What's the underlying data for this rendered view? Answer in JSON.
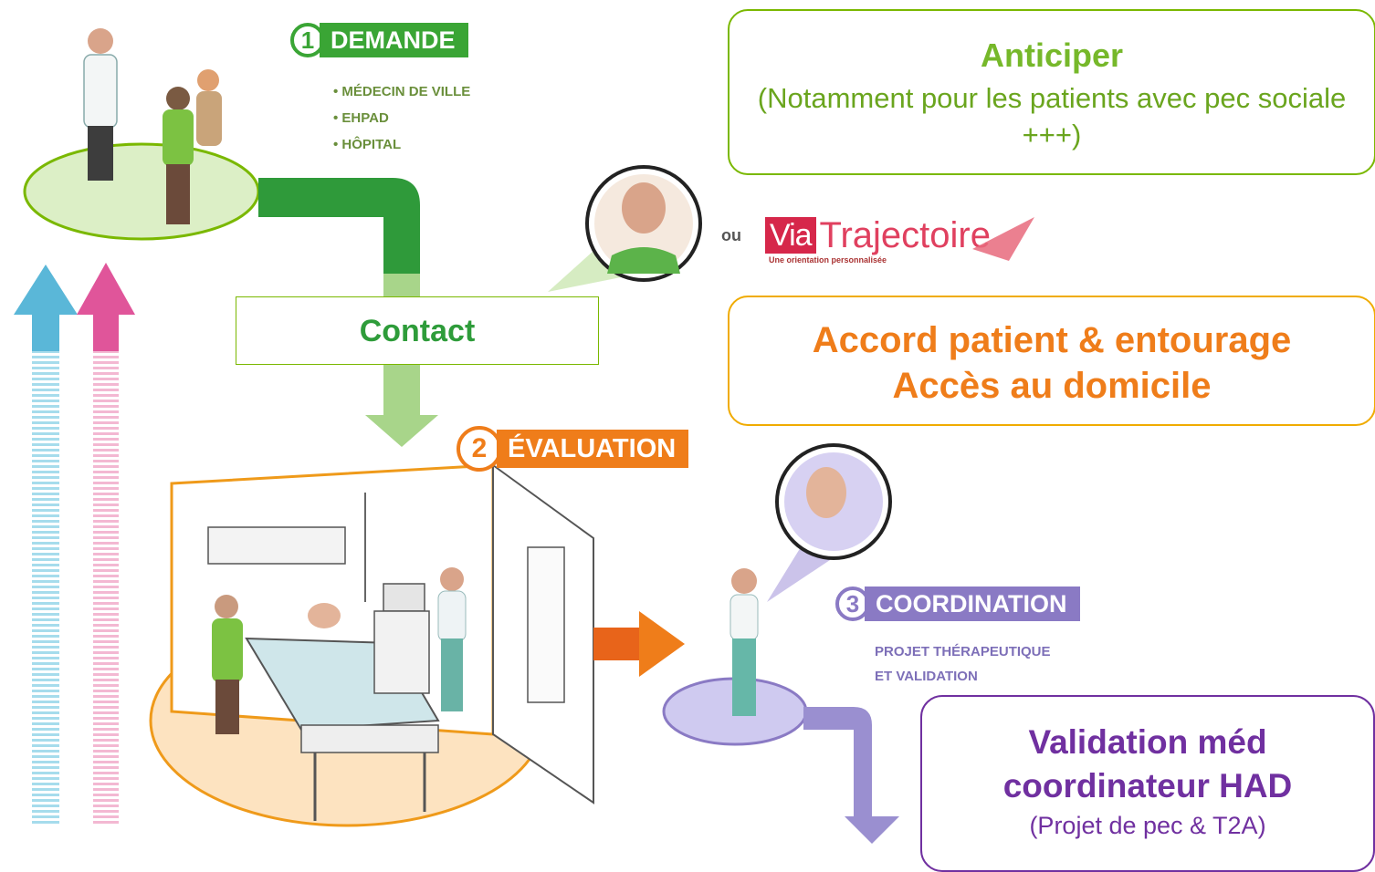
{
  "steps": {
    "demande": {
      "number": "1",
      "label": "DEMANDE",
      "items": [
        "• MÉDECIN DE VILLE",
        "• EHPAD",
        "• HÔPITAL"
      ]
    },
    "evaluation": {
      "number": "2",
      "label": "ÉVALUATION"
    },
    "coordination": {
      "number": "3",
      "label": "COORDINATION",
      "sub1": "PROJET THÉRAPEUTIQUE",
      "sub2": "ET VALIDATION"
    }
  },
  "contact_box": {
    "text": "Contact"
  },
  "anticiper_box": {
    "title": "Anticiper",
    "body": "(Notamment pour les patients avec pec sociale +++)"
  },
  "accord_box": {
    "line1": "Accord patient & entourage",
    "line2": "Accès au domicile"
  },
  "validation_box": {
    "line1": "Validation méd",
    "line2": "coordinateur HAD",
    "line3": "(Projet de pec & T2A)"
  },
  "viatrajectoire": {
    "prefix": "ou",
    "brand_a": "Via",
    "brand_b": "Trajectoire",
    "tagline": "Une orientation personnalisée"
  },
  "colors": {
    "green": "#3aa535",
    "light_green": "#a8d58a",
    "orange": "#ef7d1a",
    "purple": "#8a7ac4",
    "blue_arrow": "#5ab7d8",
    "pink_arrow": "#e0559a"
  }
}
